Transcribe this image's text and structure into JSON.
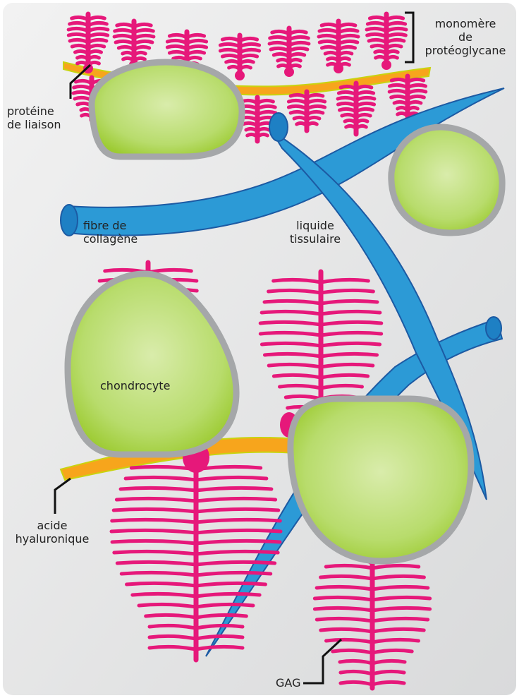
{
  "labels": {
    "monomer_line1": "monomère",
    "monomer_line2": "de",
    "monomer_line3": "protéoglycane",
    "link_protein_line1": "protéine",
    "link_protein_line2": "de liaison",
    "collagen_line1": "fibre de",
    "collagen_line2": "collagène",
    "tissue_fluid_line1": "liquide",
    "tissue_fluid_line2": "tissulaire",
    "chondrocyte": "chondrocyte",
    "hyaluronic_line1": "acide",
    "hyaluronic_line2": "hyaluronique",
    "gag": "GAG"
  },
  "colors": {
    "background": "#e7e8e9",
    "gag_pink": "#e6187a",
    "cell_fill_center": "#d9ecab",
    "cell_fill_edge": "#9dcb33",
    "cell_border": "#a5a7a9",
    "collagen_fill": "#2c9ad6",
    "collagen_edge": "#1c5aa3",
    "hyaluronic_fill": "#f7a51c",
    "hyaluronic_edge": "#c9d30f",
    "leader_line": "#111111"
  },
  "icons": {
    "chondrocyte": "chondrocyte-cell",
    "collagen": "collagen-fiber",
    "hyaluronic": "hyaluronic-acid-strand",
    "proteoglycan": "proteoglycan-bottlebrush"
  }
}
